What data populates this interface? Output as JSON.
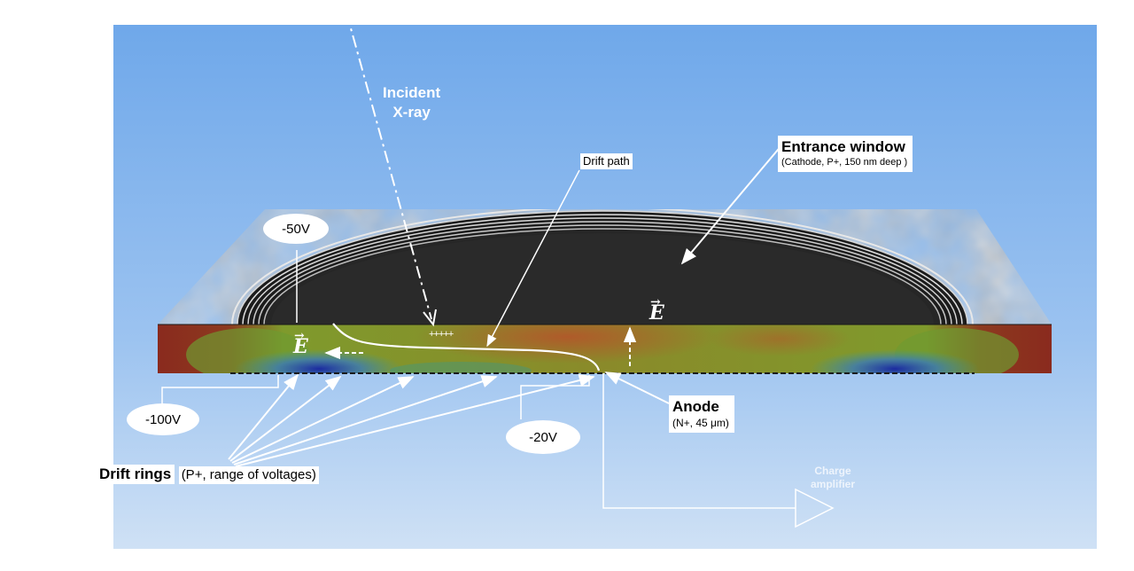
{
  "labels": {
    "incident_line1": "Incident",
    "incident_line2": "X-ray",
    "drift_path": "Drift path",
    "entrance_window_title": "Entrance window",
    "entrance_window_sub": "(Cathode, P+, 150 nm deep )",
    "anode_title": "Anode",
    "anode_sub": "(N+, 45 μm)",
    "charge_line1": "Charge",
    "charge_line2": "amplifier",
    "drift_rings_title": "Drift rings",
    "drift_rings_sub": "(P+, range of voltages)"
  },
  "voltages": {
    "v50": "-50V",
    "v100": "-100V",
    "v20": "-20V"
  },
  "field_symbol": "E",
  "charges": "+ + + + +",
  "colors": {
    "background_top": "#6fa8ea",
    "background_bottom": "#c8ddf4",
    "window_dark": "#2a2a2a",
    "surface_gray": "#8f8f8f",
    "field_red": "#8a2a1e",
    "field_green": "#7fa22c",
    "field_blue": "#2a3aa8"
  }
}
